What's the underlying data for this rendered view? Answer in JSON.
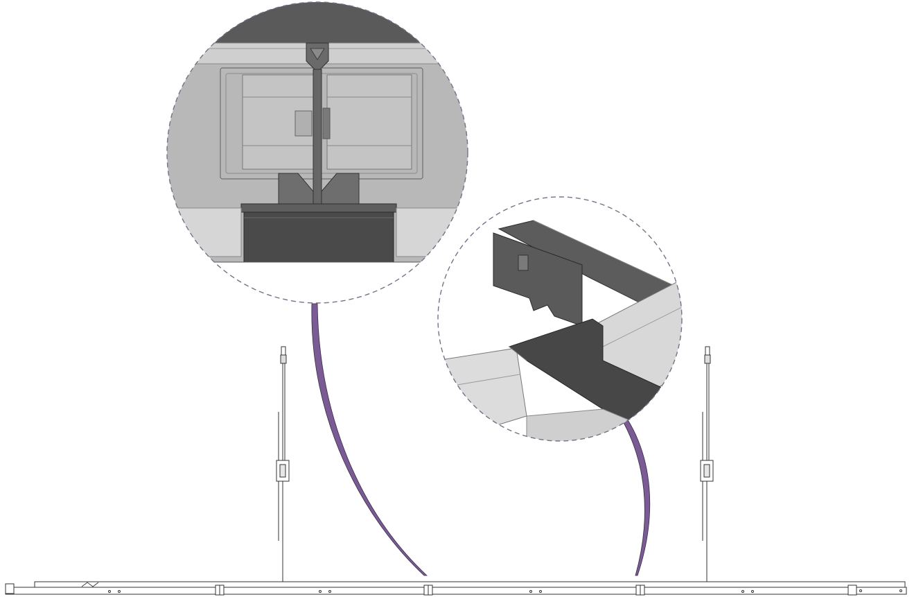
{
  "diagram": {
    "callouts": [
      {
        "id": "detail-top-view",
        "depicts": "tee-clip-connection-front-view"
      },
      {
        "id": "detail-corner-view",
        "depicts": "rail-corner-joint-isometric-view"
      }
    ],
    "hangers": [
      {
        "id": "hanger-left"
      },
      {
        "id": "hanger-right"
      }
    ],
    "rail": {
      "id": "main-runner-rail"
    },
    "colors": {
      "background": "#ffffff",
      "line": "#333333",
      "callout_fill": "#b6b6b6",
      "dark_metal": "#4a4a4a",
      "light_metal": "#d7d7d7",
      "leader": "#7a5b94",
      "dashed_border": "#7a6e88"
    }
  }
}
